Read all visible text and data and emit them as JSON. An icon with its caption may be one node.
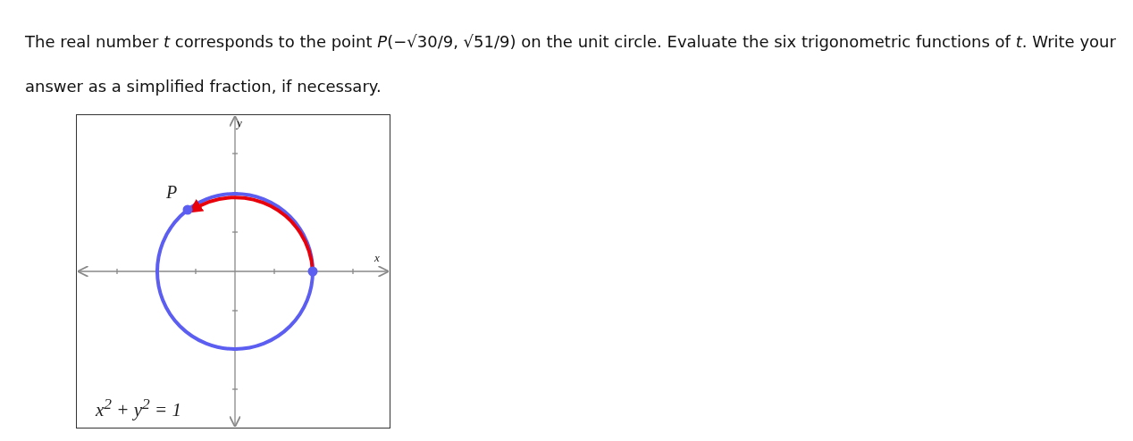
{
  "diagram": {
    "title": "The real number *t* corresponds to the point *P*(−√30/9, √51/9) on the unit circle. Evaluate the six trigonometric functions of *t*. Write your answer as a simplified fraction, if necessary.",
    "labels": [
      "y",
      "P",
      "x",
      "x$^{2}$ + y$^{2}$ = 1"
    ]
  }
}
